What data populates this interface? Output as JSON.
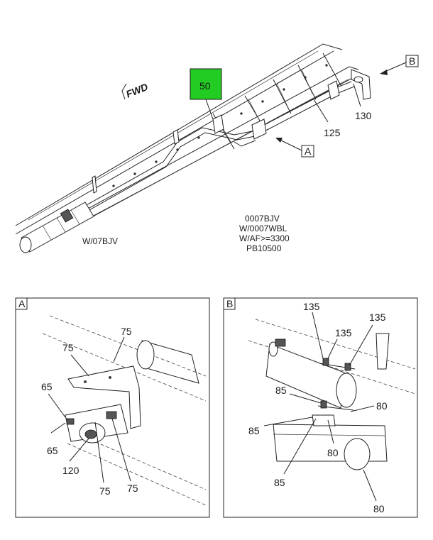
{
  "main_view": {
    "fwd": "FWD",
    "highlight_callout": "50",
    "highlight_color": "#22cc22",
    "callouts": {
      "c125": "125",
      "c130": "130"
    },
    "view_refs": {
      "a": "A",
      "b": "B"
    },
    "left_note": "W/07BJV",
    "notes": [
      "0007BJV",
      "W/0007WBL",
      "W/AF>=3300",
      "PB10500"
    ]
  },
  "detail_a": {
    "tag": "A",
    "callouts": [
      "75",
      "75",
      "65",
      "65",
      "120",
      "75",
      "75"
    ]
  },
  "detail_b": {
    "tag": "B",
    "callouts": [
      "135",
      "135",
      "135",
      "85",
      "80",
      "85",
      "80",
      "85",
      "80"
    ]
  }
}
